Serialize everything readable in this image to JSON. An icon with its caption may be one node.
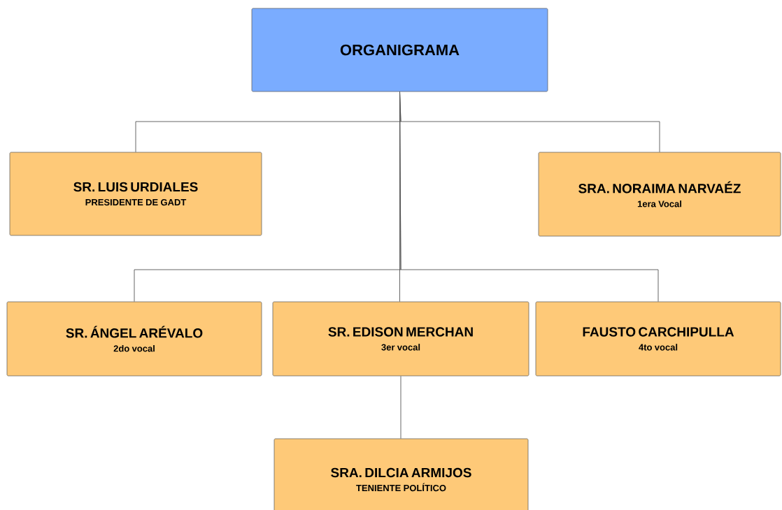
{
  "diagram": {
    "nodes": [
      {
        "text": [
          "ORGANIGRAMA"
        ]
      },
      {
        "text": [
          "SR. LUIS URDIALES",
          "PRESIDENTE DE GADT"
        ]
      },
      {
        "text": [
          "SRA. NORAIMA NARVAÉZ",
          "1era Vocal"
        ]
      },
      {
        "text": [
          "SR. ÁNGEL ARÉVALO",
          "2do vocal"
        ]
      },
      {
        "text": [
          "SR. EDISON MERCHAN",
          "3er vocal"
        ]
      },
      {
        "text": [
          "FAUSTO CARCHIPULLA",
          "4to vocal"
        ]
      },
      {
        "text": [
          "SRA. DILCIA ARMIJOS",
          "TENIENTE POLÍTICO"
        ]
      }
    ],
    "edges": [
      {
        "from": 0,
        "to": 1,
        "arrow": "none"
      },
      {
        "from": 0,
        "to": 2,
        "arrow": "none"
      },
      {
        "from": 0,
        "to": 3,
        "arrow": "none"
      },
      {
        "from": 0,
        "to": 4,
        "arrow": "none"
      },
      {
        "from": 0,
        "to": 5,
        "arrow": "none"
      },
      {
        "from": 4,
        "to": 6,
        "arrow": "none"
      }
    ]
  }
}
